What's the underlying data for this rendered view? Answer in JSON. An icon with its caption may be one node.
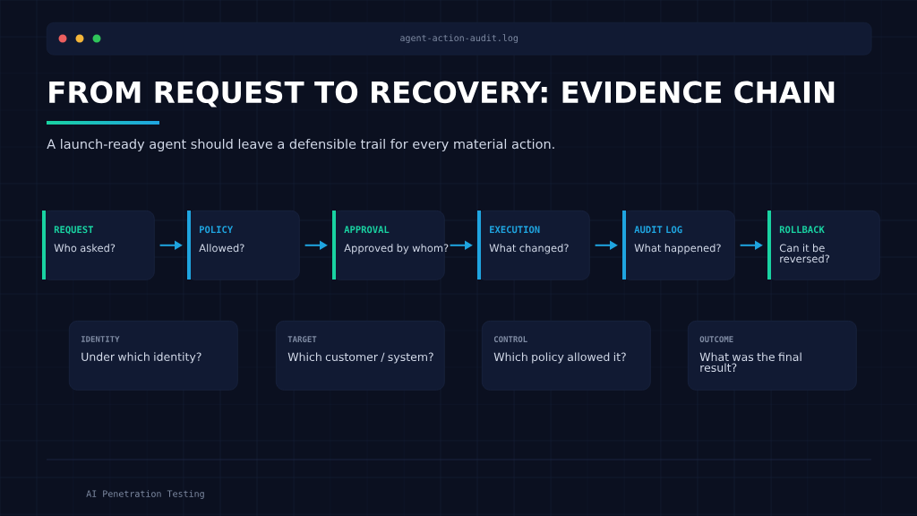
{
  "diagram": {
    "title": "FROM REQUEST TO RECOVERY: EVIDENCE CHAIN",
    "nodes": [
      {
        "text": [
          "agent-action-audit.log"
        ]
      },
      {
        "text": [
          "REQUEST",
          "Who asked?"
        ]
      },
      {
        "text": [
          "POLICY",
          "Allowed?"
        ]
      },
      {
        "text": [
          "APPROVAL",
          "Approved by whom?"
        ]
      },
      {
        "text": [
          "EXECUTION",
          "What changed?"
        ]
      },
      {
        "text": [
          "AUDIT LOG",
          "What happened?"
        ]
      },
      {
        "text": [
          "ROLLBACK",
          "Can it be reversed?"
        ]
      },
      {
        "text": [
          "IDENTITY",
          "Under which identity?"
        ]
      },
      {
        "text": [
          "TARGET",
          "Which customer / system?"
        ]
      },
      {
        "text": [
          "CONTROL",
          "Which policy allowed it?"
        ]
      },
      {
        "text": [
          "OUTCOME",
          "What was the final result?"
        ]
      }
    ],
    "edges": [
      {
        "from": 1,
        "to": 2,
        "arrow": "to"
      },
      {
        "from": 2,
        "to": 3,
        "arrow": "to"
      },
      {
        "from": 3,
        "to": 4,
        "arrow": "to"
      },
      {
        "from": 4,
        "to": 5,
        "arrow": "to"
      },
      {
        "from": 5,
        "to": 6,
        "arrow": "to"
      }
    ],
    "labels": [
      "A launch-ready agent should leave a defensible trail for every material action.",
      "AI Penetration Testing"
    ]
  }
}
